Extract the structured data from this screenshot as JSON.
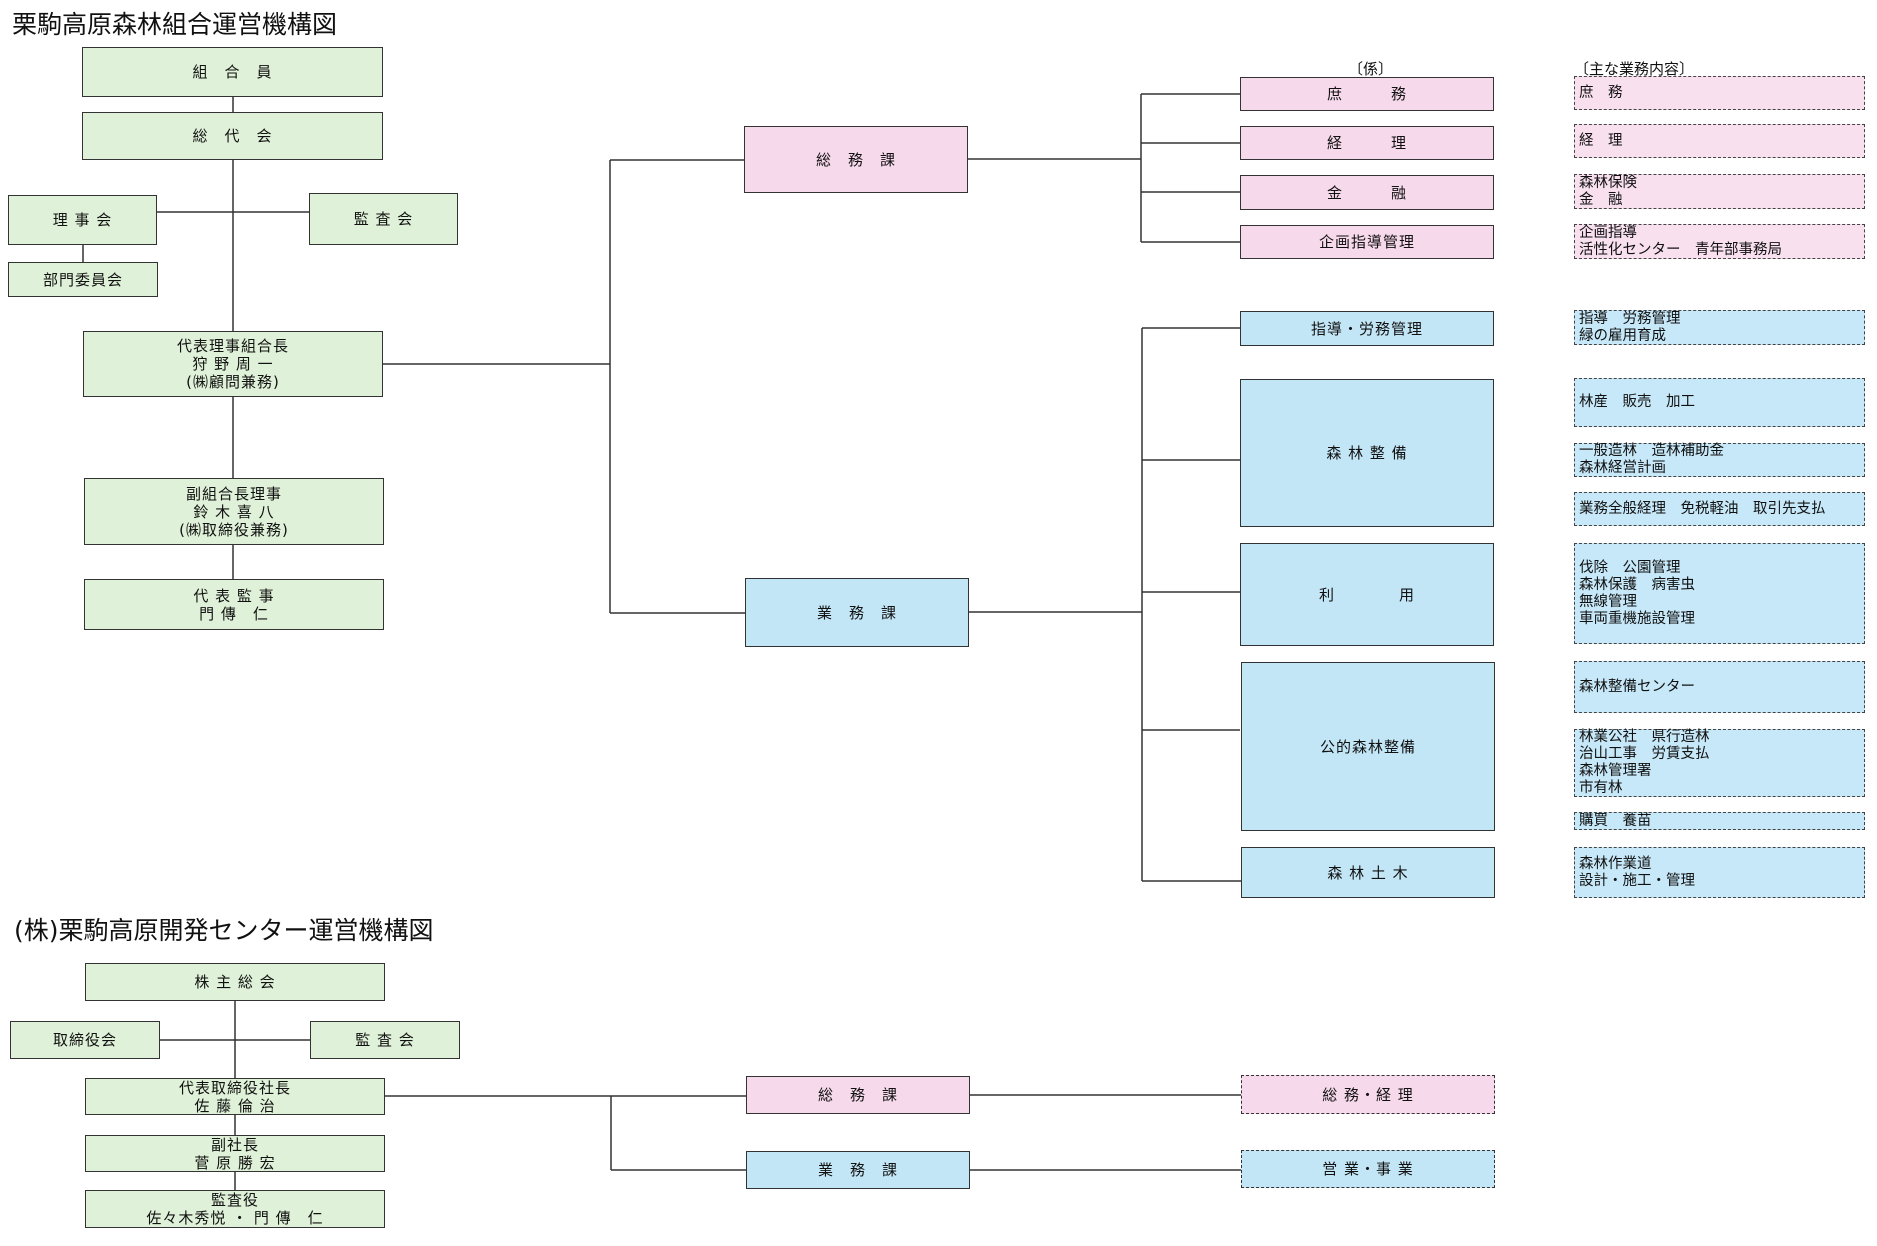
{
  "org1": {
    "title": "栗駒高原森林組合運営機構図",
    "members": "組　合　員",
    "delegates": "総　代　会",
    "board": "理 事 会",
    "audit": "監 査 会",
    "committee": "部門委員会",
    "chief": "代表理事組合長\n狩 野 周 一\n(㈱顧問兼務)",
    "vice": "副組合長理事\n鈴 木 喜 八\n(㈱取締役兼務)",
    "auditor": "代 表 監 事\n門 傳　仁",
    "dept_general": "総　務　課",
    "dept_operations": "業　務　課",
    "col_header_section": "〔係〕",
    "col_header_duties": "〔主な業務内容〕",
    "sections_general": [
      {
        "label": "庶　　　務"
      },
      {
        "label": "経　　　理"
      },
      {
        "label": "金　　　融"
      },
      {
        "label": "企画指導管理"
      }
    ],
    "sections_operations": [
      {
        "label": "指導・労務管理"
      },
      {
        "label": "森 林 整 備"
      },
      {
        "label": "利　　　　用"
      },
      {
        "label": "公的森林整備"
      },
      {
        "label": "森 林 土 木"
      }
    ],
    "duties_general": [
      "庶　務",
      "経　理",
      "森林保険\n金　融",
      "企画指導\n活性化センター　青年部事務局"
    ],
    "duties_operations": [
      "指導　労務管理\n緑の雇用育成",
      "林産　販売　加工",
      "一般造林　造林補助金\n森林経営計画",
      "業務全般経理　免税軽油　取引先支払",
      "伐除　公園管理\n森林保護　病害虫\n無線管理\n車両重機施設管理",
      "森林整備センター",
      "林業公社　県行造林\n治山工事　労賃支払\n森林管理署\n市有林",
      "購買　養苗",
      "森林作業道\n設計・施工・管理"
    ]
  },
  "org2": {
    "title": "(株)栗駒高原開発センター運営機構図",
    "shareholders": "株 主 総 会",
    "directors": "取締役会",
    "audit": "監 査 会",
    "president": "代表取締役社長\n佐 藤 倫 治",
    "vice": "副社長\n菅 原 勝 宏",
    "auditors": "監査役\n佐々木秀悦 ・ 門 傳　仁",
    "dept_general": "総　務　課",
    "dept_operations": "業　務　課",
    "section_general": "総 務・経 理",
    "section_operations": "営 業・事 業"
  },
  "colors": {
    "green": "#dff1d8",
    "pink": "#f7d9ec",
    "blue": "#c3e6f7",
    "line": "#333333"
  }
}
